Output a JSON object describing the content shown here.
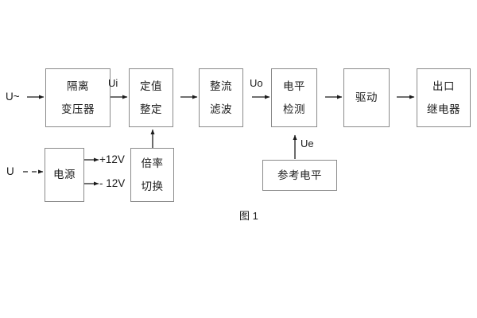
{
  "figure": {
    "caption": "图 1",
    "border_color": "#8a8a8a",
    "text_color": "#1b1b1b",
    "background": "#ffffff"
  },
  "inputs": {
    "ac_source": "U~",
    "dc_source": "U"
  },
  "signals": {
    "ui": "Ui",
    "uo": "Uo",
    "ue": "Ue"
  },
  "supply_rails": {
    "positive": "+12V",
    "negative": "- 12V"
  },
  "blocks": [
    {
      "id": "isolation-transformer",
      "lines": [
        "隔离",
        "变压器"
      ]
    },
    {
      "id": "setting-value",
      "lines": [
        "定值",
        "整定"
      ]
    },
    {
      "id": "rectify-filter",
      "lines": [
        "整流",
        "滤波"
      ]
    },
    {
      "id": "level-detection",
      "lines": [
        "电平",
        "检测"
      ]
    },
    {
      "id": "drive",
      "lines": [
        "驱动"
      ]
    },
    {
      "id": "output-relay",
      "lines": [
        "出口",
        "继电器"
      ]
    },
    {
      "id": "power-supply",
      "lines": [
        "电源"
      ]
    },
    {
      "id": "multiplier-switch",
      "lines": [
        "倍率",
        "切换"
      ]
    },
    {
      "id": "reference-level",
      "lines": [
        "参考电平"
      ]
    }
  ]
}
